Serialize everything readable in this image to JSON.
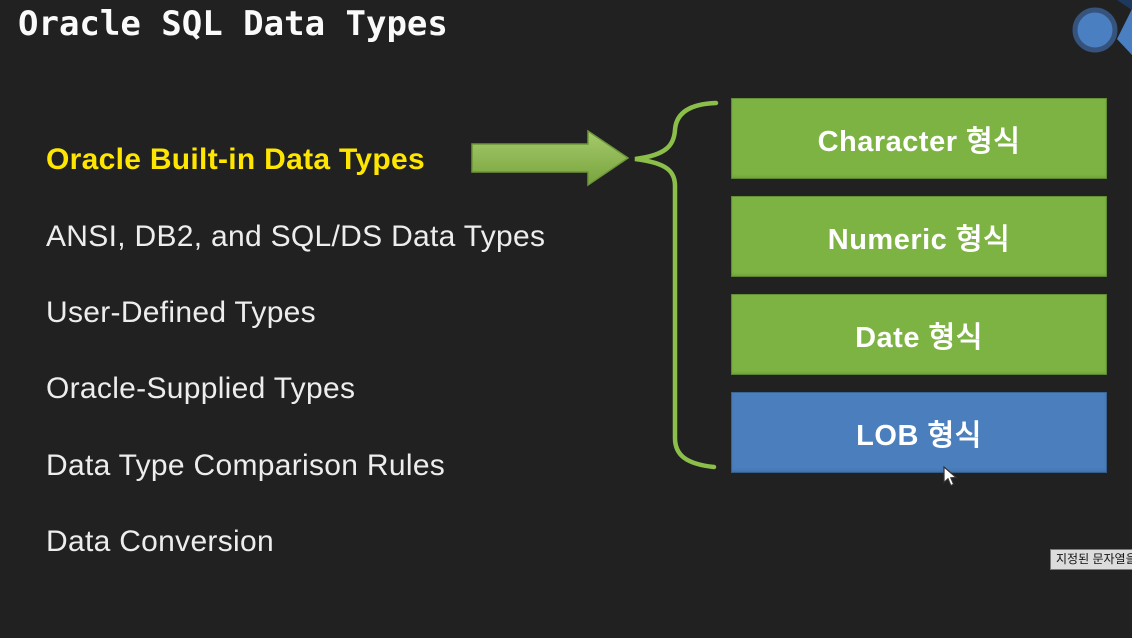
{
  "slide": {
    "title": "Oracle SQL Data Types"
  },
  "list": {
    "items": [
      {
        "label": "Oracle Built-in Data Types",
        "highlighted": true
      },
      {
        "label": "ANSI, DB2, and SQL/DS Data Types",
        "highlighted": false
      },
      {
        "label": "User-Defined Types",
        "highlighted": false
      },
      {
        "label": "Oracle-Supplied Types",
        "highlighted": false
      },
      {
        "label": "Data Type Comparison Rules",
        "highlighted": false
      },
      {
        "label": "Data Conversion",
        "highlighted": false
      }
    ]
  },
  "boxes": [
    {
      "label": "Character 형식",
      "color": "#7cb342"
    },
    {
      "label": "Numeric 형식",
      "color": "#7cb342"
    },
    {
      "label": "Date 형식",
      "color": "#7cb342"
    },
    {
      "label": "LOB 형식",
      "color": "#4a7ebc"
    }
  ],
  "tooltip": {
    "text": "지정된 문자열을 포"
  },
  "colors": {
    "background": "#212121",
    "highlight_text": "#ffe600",
    "body_text": "#ededed",
    "box_green": "#7cb342",
    "box_blue": "#4a7ebc",
    "arrow_green_light": "#a0c464",
    "arrow_green_dark": "#7aa63f",
    "brace_green": "#8cbf4a",
    "logo_blue": "#4a7fc1"
  }
}
